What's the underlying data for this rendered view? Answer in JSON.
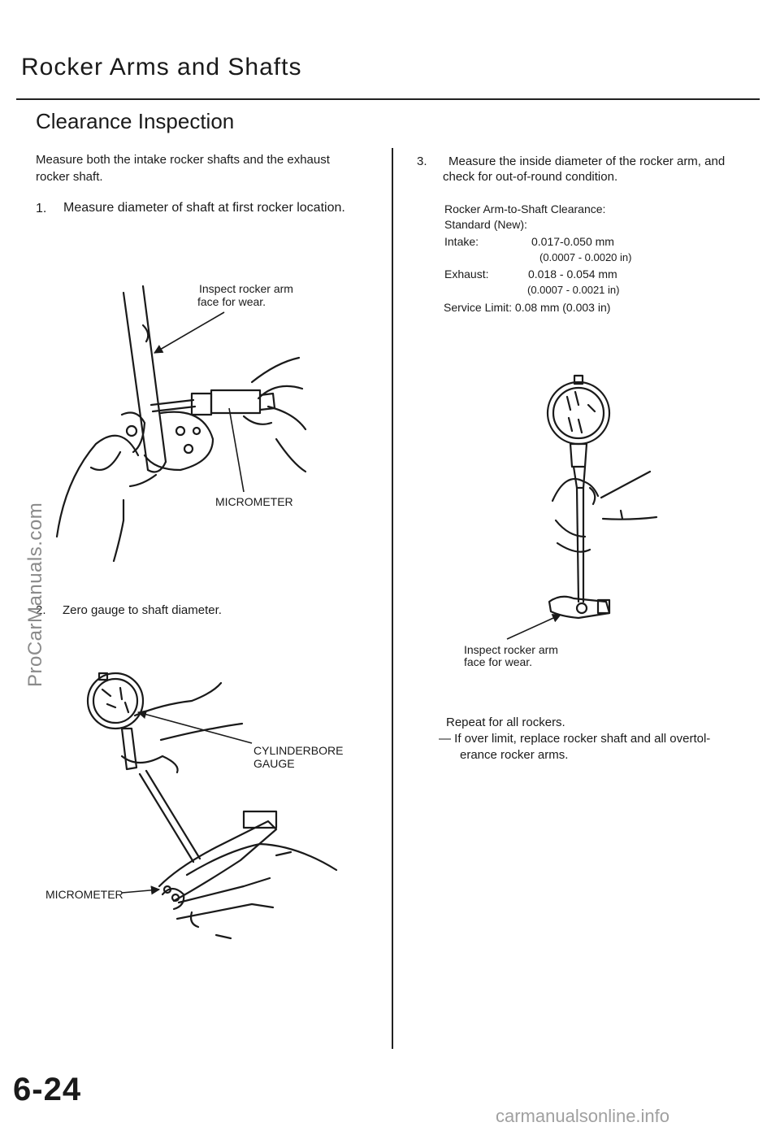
{
  "header": {
    "title": "Rocker Arms and Shafts",
    "subtitle": "Clearance Inspection"
  },
  "left": {
    "intro_line1": "Measure both the intake rocker shafts and the exhaust",
    "intro_line2": "rocker shaft.",
    "step1_num": "1.",
    "step1_text": "Measure diameter of shaft at first rocker location.",
    "fig1_label_line1": "Inspect rocker arm",
    "fig1_label_line2": "face for wear.",
    "fig1_micrometer": "MICROMETER",
    "step2_num": "2.",
    "step2_text": "Zero gauge to shaft diameter.",
    "fig2_gauge_line1": "CYLINDERBORE",
    "fig2_gauge_line2": "GAUGE",
    "fig2_micrometer": "MICROMETER"
  },
  "right": {
    "step3_num": "3.",
    "step3_line1": "Measure the inside diameter of the rocker arm, and",
    "step3_line2": "check for out-of-round condition.",
    "spec_heading": "Rocker Arm-to-Shaft Clearance:",
    "spec_standard": "Standard (New):",
    "intake_label": "Intake:",
    "intake_mm": "0.017-0.050 mm",
    "intake_in": "(0.0007 - 0.0020 in)",
    "exhaust_label": "Exhaust:",
    "exhaust_mm": "0.018 - 0.054 mm",
    "exhaust_in": "(0.0007 - 0.0021 in)",
    "service_limit": "Service Limit: 0.08 mm (0.003 in)",
    "fig3_label_line1": "Inspect rocker arm",
    "fig3_label_line2": "face for wear.",
    "repeat": "Repeat for all rockers.",
    "overlimit_line1": "— If over limit, replace rocker shaft and all overtol-",
    "overlimit_line2": "erance rocker arms."
  },
  "footer": {
    "page_number": "6-24",
    "site": "carmanualsonline.info"
  },
  "watermark": "ProCarManuals.com"
}
